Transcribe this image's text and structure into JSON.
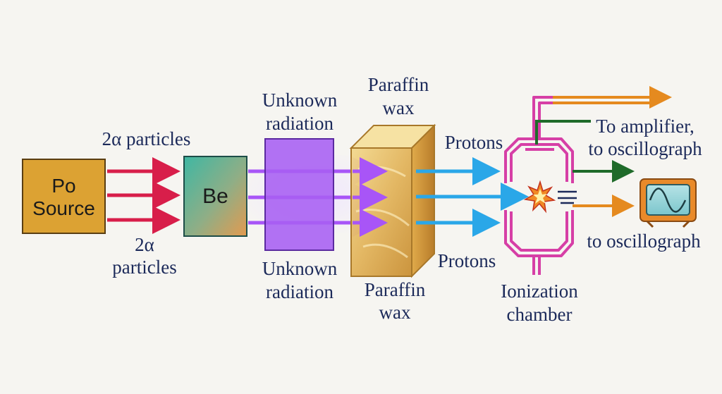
{
  "source_label_1": "Po",
  "source_label_2": "Source",
  "be_label": "Be",
  "alpha_top": "2α particles",
  "alpha_bottom_1": "2α",
  "alpha_bottom_2": "particles",
  "unknown_top_1": "Unknown",
  "unknown_top_2": "radiation",
  "unknown_bottom_1": "Unknown",
  "unknown_bottom_2": "radiation",
  "paraffin_top_1": "Paraffin",
  "paraffin_top_2": "wax",
  "paraffin_bottom_1": "Paraffin",
  "paraffin_bottom_2": "wax",
  "protons_top": "Protons",
  "protons_bottom": "Protons",
  "chamber_1": "Ionization",
  "chamber_2": "chamber",
  "amplifier_1": "To amplifier,",
  "amplifier_2": "to oscillograph",
  "oscillograph": "to oscillograph",
  "colors": {
    "alpha_arrow": "#d81e4a",
    "radiation_arrow": "#a855f7",
    "proton_arrow": "#2aa7e8",
    "chamber": "#d63fa6",
    "amplifier_arrow": "#1f6b2a",
    "oscillograph_arrow": "#e58a1f",
    "text": "#1c2a5a"
  },
  "icons": [
    "source-box",
    "beryllium-box",
    "radiation-block",
    "paraffin-block",
    "spark-icon",
    "capacitor-icon",
    "oscilloscope-icon"
  ]
}
